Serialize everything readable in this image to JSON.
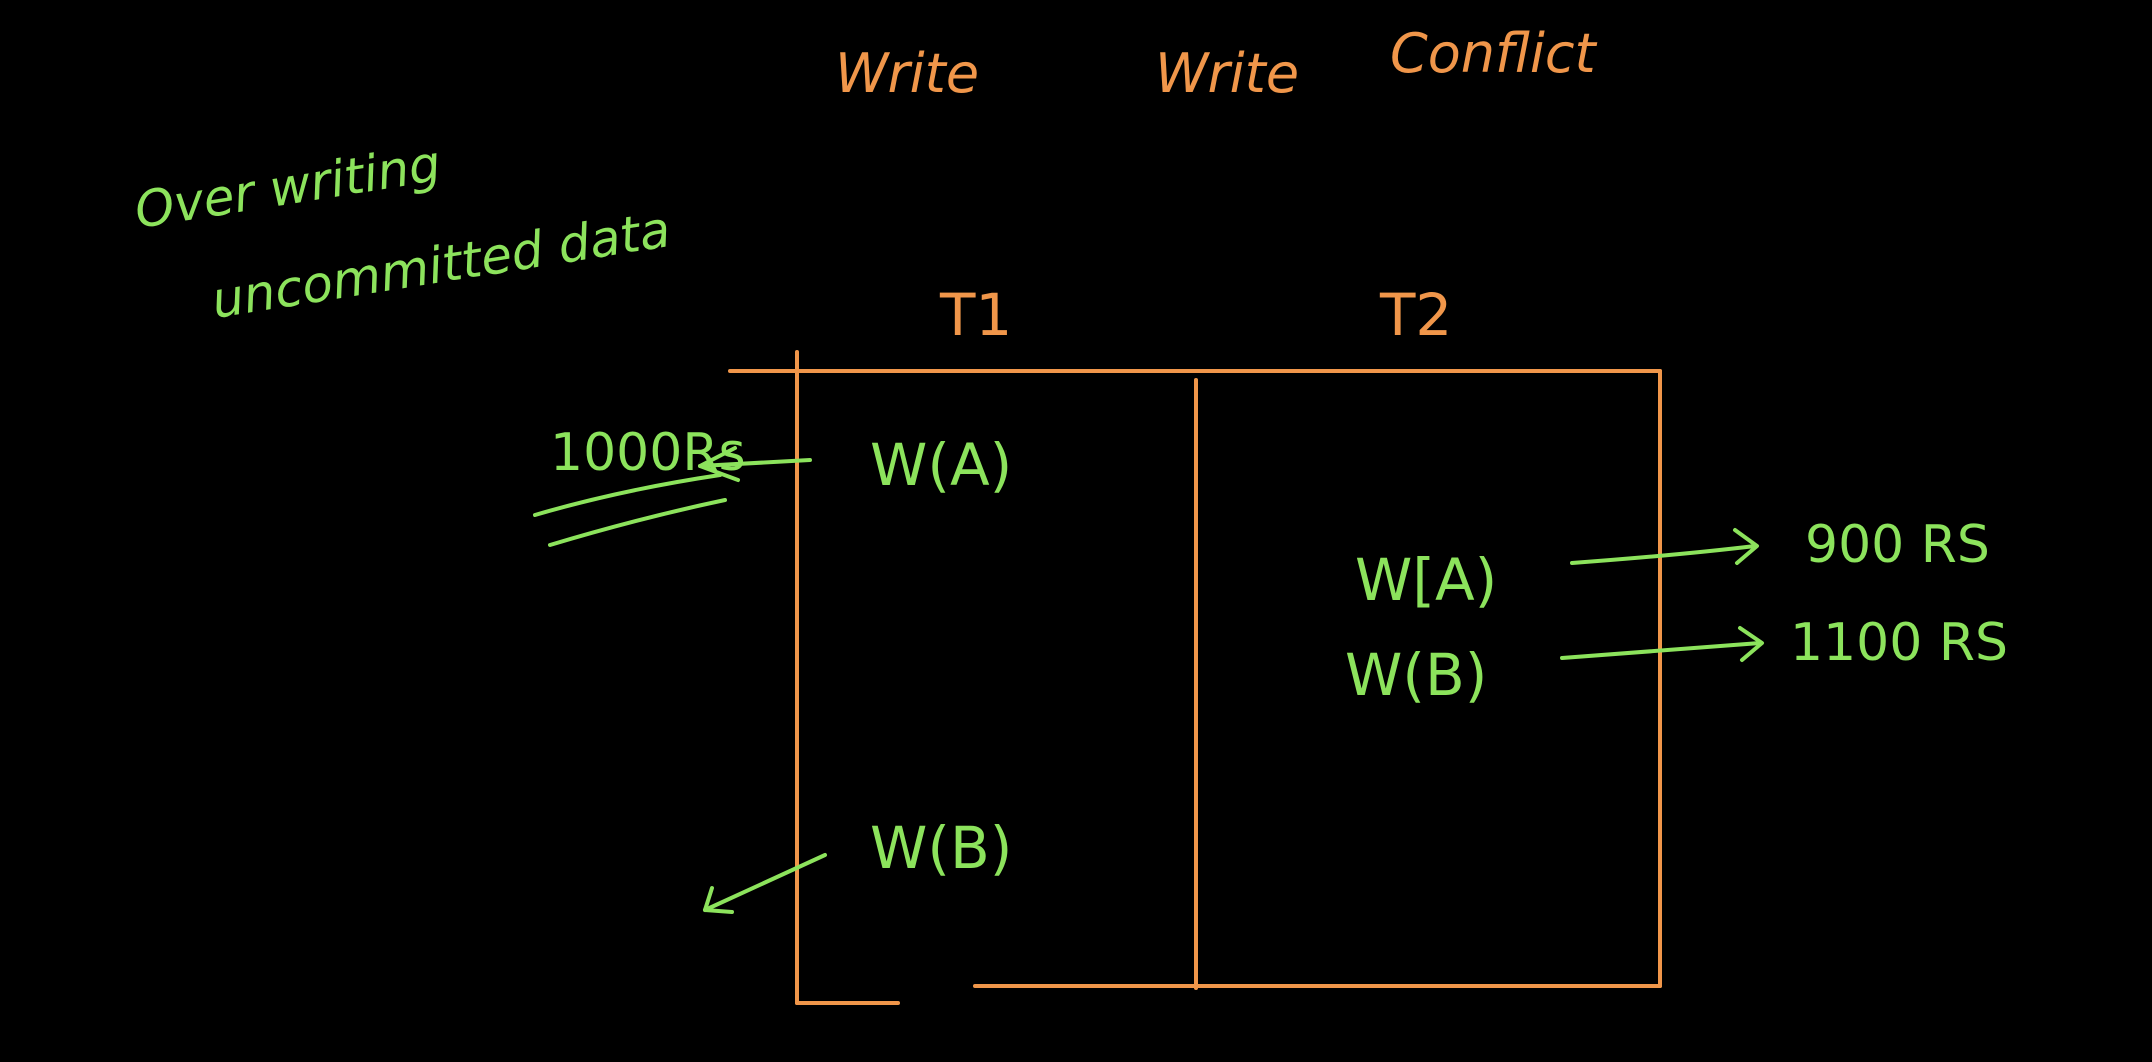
{
  "title": {
    "word1": "Write",
    "word2": "Write",
    "word3": "Conflict"
  },
  "note": {
    "line1": "Over writing",
    "line2": "uncommitted data"
  },
  "transactions": {
    "t1": "T1",
    "t2": "T2"
  },
  "t1_ops": {
    "op1": "W(A)",
    "op2": "W(B)"
  },
  "t2_ops": {
    "op1": "W[A)",
    "op2": "W(B)"
  },
  "values": {
    "a_by_t1": "1000Rs",
    "a_by_t2": "900 RS",
    "b_by_t2": "1100 RS"
  },
  "colors": {
    "background": "#000000",
    "orange": "#F0964A",
    "green": "#8CE35C"
  }
}
